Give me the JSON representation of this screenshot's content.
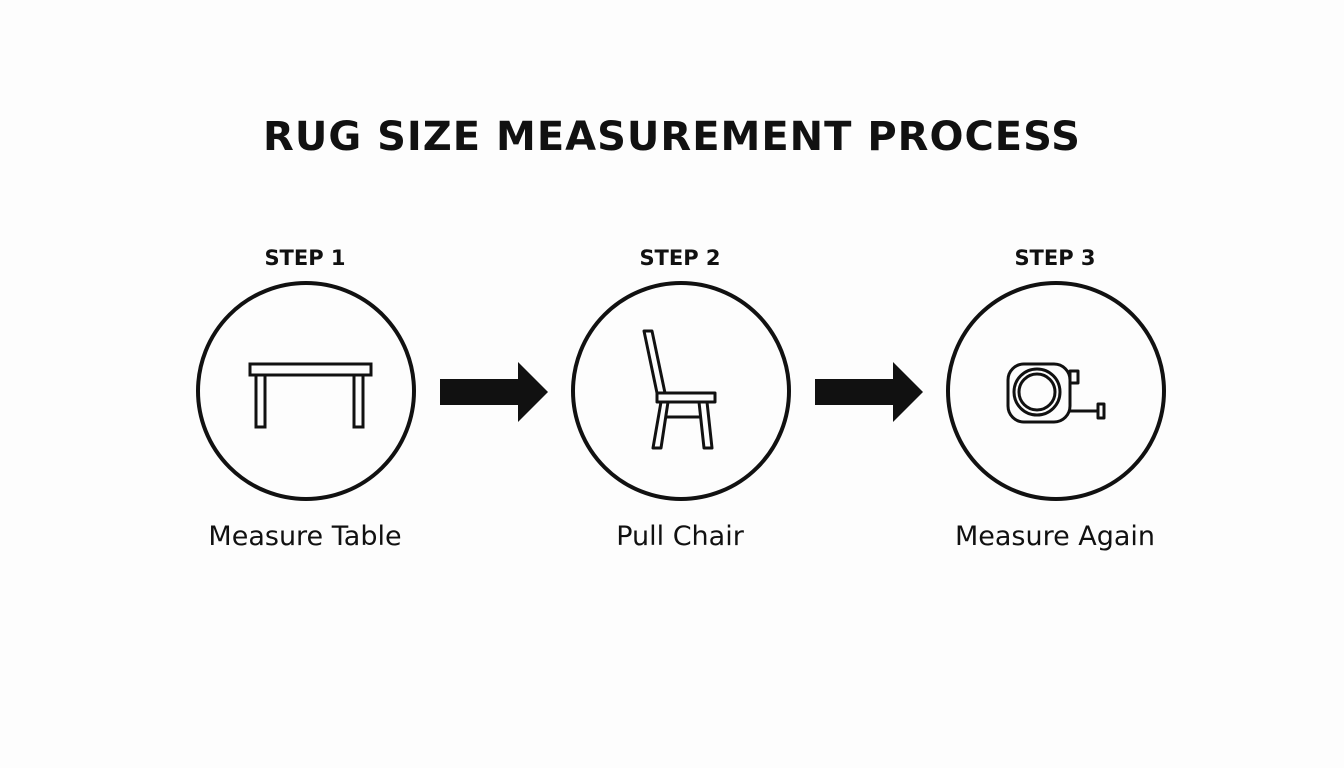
{
  "title": "RUG SIZE MEASUREMENT PROCESS",
  "steps": [
    {
      "label": "STEP 1",
      "caption": "Measure Table",
      "icon": "table-icon"
    },
    {
      "label": "STEP 2",
      "caption": "Pull Chair",
      "icon": "chair-icon"
    },
    {
      "label": "STEP 3",
      "caption": "Measure Again",
      "icon": "tape-measure-icon"
    }
  ],
  "colors": {
    "background": "#fdfdfd",
    "ink": "#111111"
  }
}
